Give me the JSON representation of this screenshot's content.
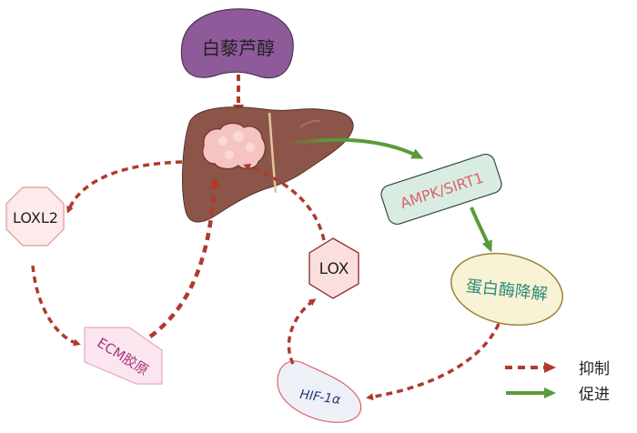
{
  "compound": {
    "label": "白藜芦醇",
    "color": "#8e5a9a"
  },
  "nodes": {
    "ampk": {
      "label": "AMPK/SIRT1",
      "fill": "#d9ece2",
      "text_color": "#d9646a"
    },
    "proteolysis": {
      "label": "蛋白酶降解",
      "fill": "#f7f3d4",
      "text_color": "#2e8b7a"
    },
    "loxl2": {
      "label": "LOXL2",
      "fill": "#fdeaea"
    },
    "ecm": {
      "label": "ECM胶原",
      "fill": "#fbe6f0",
      "text_color": "#a3357a"
    },
    "lox": {
      "label": "LOX",
      "fill": "#fbdede"
    },
    "hif": {
      "label": "HIF-1α",
      "fill": "#eef0f8",
      "text_color": "#2b3a78"
    }
  },
  "legend": {
    "inhibit": {
      "label": "抑制",
      "color": "#b03a2e"
    },
    "promote": {
      "label": "促进",
      "color": "#5a9a3a"
    }
  }
}
